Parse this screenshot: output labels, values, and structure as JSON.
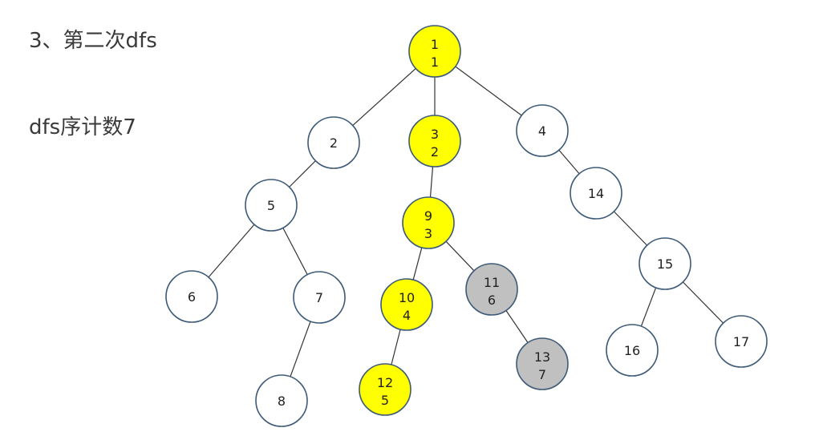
{
  "title": "3、第二次dfs",
  "subtitle": "dfs序计数7",
  "colors": {
    "visited": "#ffff00",
    "current_branch": "#c0c0c0",
    "unvisited": "#ffffff",
    "border": "#3d5a78"
  },
  "nodes": [
    {
      "id": "1",
      "order": "1",
      "state": "visited"
    },
    {
      "id": "2",
      "order": "",
      "state": "unvisited"
    },
    {
      "id": "3",
      "order": "2",
      "state": "visited"
    },
    {
      "id": "4",
      "order": "",
      "state": "unvisited"
    },
    {
      "id": "5",
      "order": "",
      "state": "unvisited"
    },
    {
      "id": "6",
      "order": "",
      "state": "unvisited"
    },
    {
      "id": "7",
      "order": "",
      "state": "unvisited"
    },
    {
      "id": "8",
      "order": "",
      "state": "unvisited"
    },
    {
      "id": "9",
      "order": "3",
      "state": "visited"
    },
    {
      "id": "10",
      "order": "4",
      "state": "visited"
    },
    {
      "id": "11",
      "order": "6",
      "state": "current_branch"
    },
    {
      "id": "12",
      "order": "5",
      "state": "visited"
    },
    {
      "id": "13",
      "order": "7",
      "state": "current_branch"
    },
    {
      "id": "14",
      "order": "",
      "state": "unvisited"
    },
    {
      "id": "15",
      "order": "",
      "state": "unvisited"
    },
    {
      "id": "16",
      "order": "",
      "state": "unvisited"
    },
    {
      "id": "17",
      "order": "",
      "state": "unvisited"
    }
  ],
  "edges": [
    [
      "1",
      "2"
    ],
    [
      "1",
      "3"
    ],
    [
      "1",
      "4"
    ],
    [
      "2",
      "5"
    ],
    [
      "5",
      "6"
    ],
    [
      "5",
      "7"
    ],
    [
      "7",
      "8"
    ],
    [
      "3",
      "9"
    ],
    [
      "9",
      "10"
    ],
    [
      "9",
      "11"
    ],
    [
      "10",
      "12"
    ],
    [
      "11",
      "13"
    ],
    [
      "4",
      "14"
    ],
    [
      "14",
      "15"
    ],
    [
      "15",
      "16"
    ],
    [
      "15",
      "17"
    ]
  ]
}
